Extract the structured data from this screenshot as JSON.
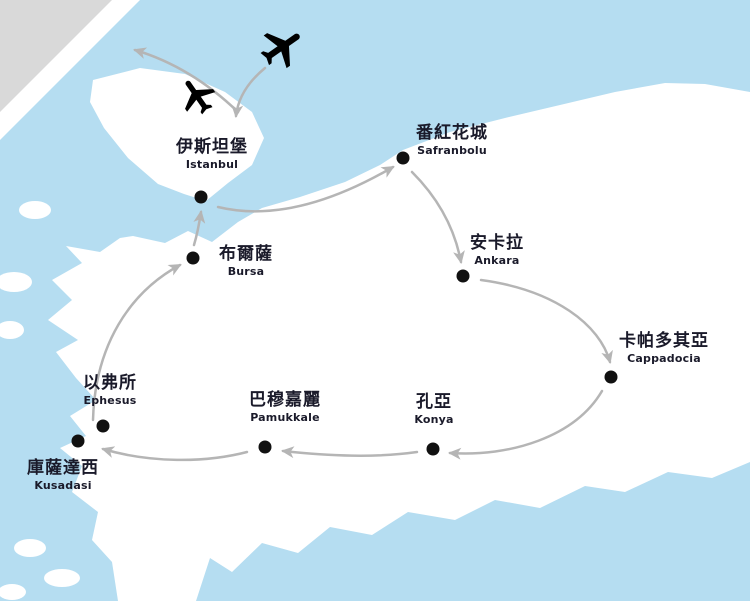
{
  "map": {
    "kind": "turkey-tour-route-map",
    "colors": {
      "sea": "#b5ddf1",
      "land": "#ffffff",
      "neighbor_land": "#d9d9d9",
      "route_line": "#b5b5b5",
      "city_marker": "#111111",
      "label_text": "#1a1a2a",
      "plane": "#000000"
    },
    "route_order": [
      "Istanbul",
      "Safranbolu",
      "Ankara",
      "Cappadocia",
      "Konya",
      "Pamukkale",
      "Kusadasi",
      "Ephesus",
      "Bursa",
      "Istanbul"
    ]
  },
  "cities": [
    {
      "id": "istanbul",
      "zh": "伊斯坦堡",
      "en": "Istanbul"
    },
    {
      "id": "safranbolu",
      "zh": "番紅花城",
      "en": "Safranbolu"
    },
    {
      "id": "ankara",
      "zh": "安卡拉",
      "en": "Ankara"
    },
    {
      "id": "cappadocia",
      "zh": "卡帕多其亞",
      "en": "Cappadocia"
    },
    {
      "id": "konya",
      "zh": "孔亞",
      "en": "Konya"
    },
    {
      "id": "pamukkale",
      "zh": "巴穆嘉麗",
      "en": "Pamukkale"
    },
    {
      "id": "ephesus",
      "zh": "以弗所",
      "en": "Ephesus"
    },
    {
      "id": "kusadasi",
      "zh": "庫薩達西",
      "en": "Kusadasi"
    },
    {
      "id": "bursa",
      "zh": "布爾薩",
      "en": "Bursa"
    }
  ]
}
